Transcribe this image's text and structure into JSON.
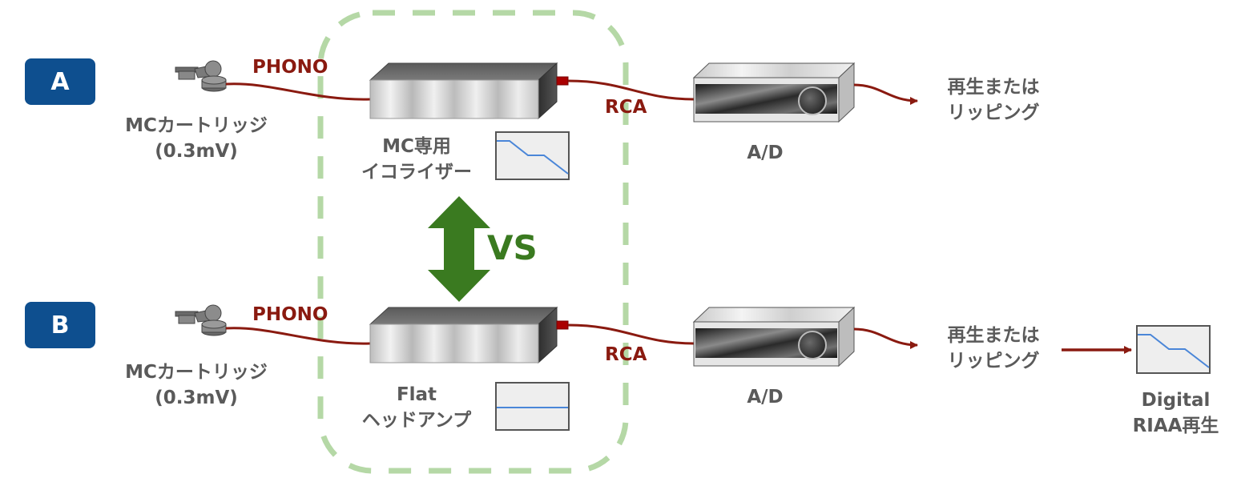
{
  "rows": [
    {
      "badge": "A",
      "cartridge_label_1": "MCカートリッジ",
      "cartridge_label_2": "(0.3mV)",
      "phono_label": "PHONO",
      "amp_label_1": "MC専用",
      "amp_label_2": "イコライザー",
      "amp_curve": "riaa",
      "rca_label": "RCA",
      "ad_label": "A/D",
      "output_label_1": "再生または",
      "output_label_2": "リッピング"
    },
    {
      "badge": "B",
      "cartridge_label_1": "MCカートリッジ",
      "cartridge_label_2": "(0.3mV)",
      "phono_label": "PHONO",
      "amp_label_1": "Flat",
      "amp_label_2": "ヘッドアンプ",
      "amp_curve": "flat",
      "rca_label": "RCA",
      "ad_label": "A/D",
      "output_label_1": "再生または",
      "output_label_2": "リッピング",
      "digital_label_1": "Digital",
      "digital_label_2": "RIAA再生",
      "digital_curve": "riaa"
    }
  ],
  "comparison_label": "VS",
  "colors": {
    "badge": "#0e4f8f",
    "cable": "#8a1a10",
    "vs": "#3a7a20",
    "dashed_box": "#b5d8a6",
    "curve": "#4a86d8",
    "text": "#5a5a5a"
  }
}
